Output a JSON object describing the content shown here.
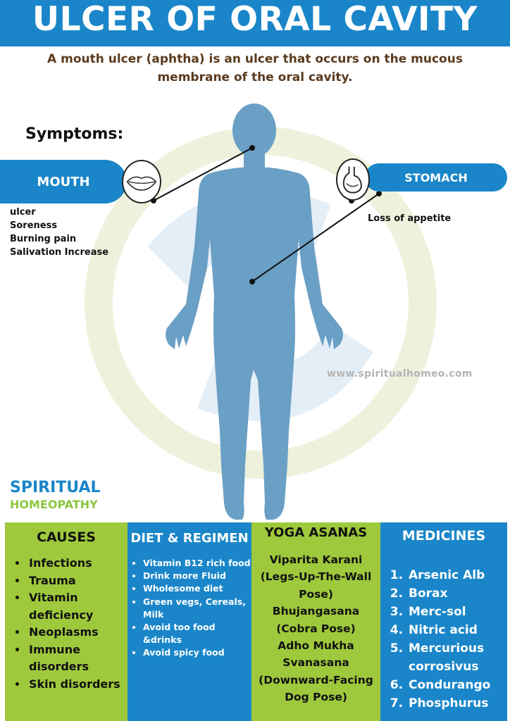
{
  "header": {
    "title": "ULCER OF ORAL CAVITY"
  },
  "intro": "A mouth ulcer (aphtha) is an ulcer that occurs on the mucous membrane of the oral cavity.",
  "symptoms": {
    "title": "Symptoms:",
    "mouth": {
      "label": "MOUTH",
      "items": [
        "ulcer",
        "Soreness",
        "Burning pain",
        "Salivation Increase"
      ]
    },
    "stomach": {
      "label": "STOMACH",
      "items": [
        "Loss of appetite"
      ]
    }
  },
  "website": "www.spiritualhomeo.com",
  "brand": {
    "line1": "SPIRITUAL",
    "line2": "HOMEOPATHY"
  },
  "causes": {
    "title": "CAUSES",
    "items": [
      "Infections",
      "Trauma",
      "Vitamin deficiency",
      "Neoplasms",
      "Immune disorders",
      "Skin disorders"
    ]
  },
  "diet": {
    "title": "DIET & REGIMEN",
    "items": [
      "Vitamin B12 rich food",
      "Drink more Fluid",
      "Wholesome diet",
      "Green vegs, Cereals, Milk",
      "Avoid too food &drinks",
      "Avoid spicy food"
    ]
  },
  "yoga": {
    "title": "YOGA ASANAS",
    "items": [
      "Viparita Karani (Legs-Up-The-Wall Pose)",
      "Bhujangasana (Cobra Pose)",
      "Adho Mukha Svanasana (Downward-Facing Dog Pose)"
    ]
  },
  "medicines": {
    "title": "MEDICINES",
    "items": [
      "Arsenic Alb",
      "Borax",
      "Merc-sol",
      "Nitric acid",
      "Mercurious corrosivus",
      "Condurango",
      "Phosphurus"
    ]
  },
  "colors": {
    "blue": "#1a86c9",
    "green": "#9ec93c",
    "figure": "#6a9fc6",
    "intro_text": "#5a3a1e"
  }
}
